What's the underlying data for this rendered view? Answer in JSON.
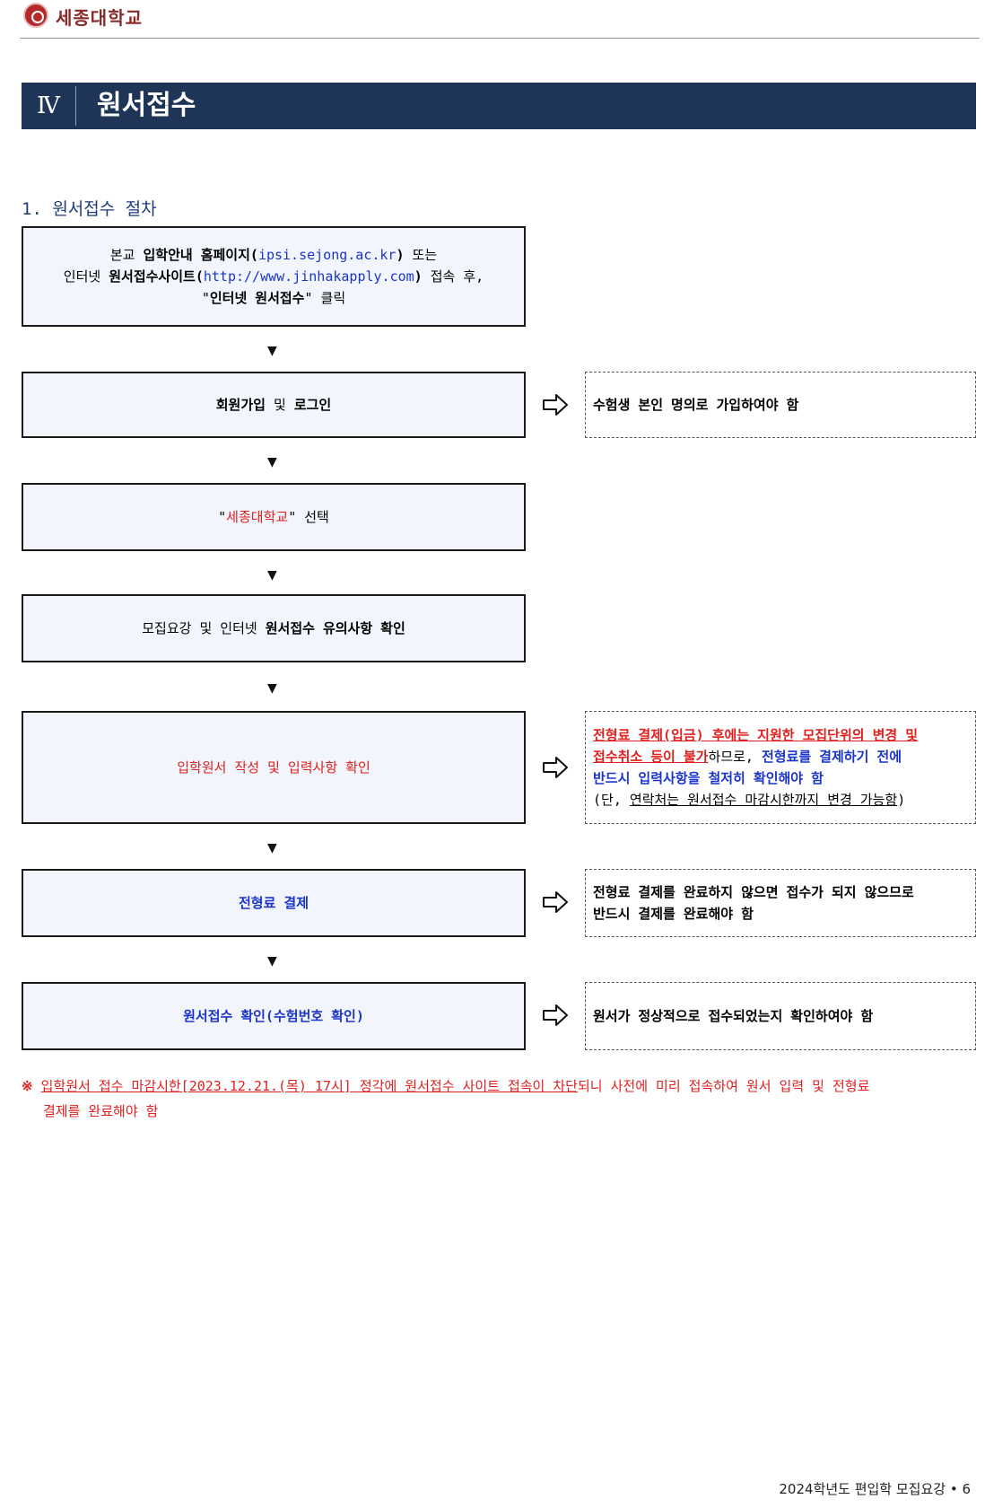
{
  "header": {
    "logo_text": "세종대학교"
  },
  "banner": {
    "number": "Ⅳ",
    "title": "원서접수"
  },
  "section": {
    "title": "1. 원서접수 절차"
  },
  "steps": {
    "s1": {
      "l1a": "본교 ",
      "l1b": "입학안내 홈페이지(",
      "l1c": "ipsi.sejong.ac.kr",
      "l1d": ") ",
      "l1e": "또는",
      "l2a": "인터넷 ",
      "l2b": "원서접수사이트(",
      "l2c": "http://www.jinhakapply.com",
      "l2d": ") ",
      "l2e": "접속 후,",
      "l3a": "\"",
      "l3b": "인터넷 원서접수",
      "l3c": "\" 클릭"
    },
    "s2": {
      "a": "회원가입",
      "b": " 및 ",
      "c": "로그인"
    },
    "s3": {
      "a": "\"",
      "b": "세종대학교",
      "c": "\" 선택"
    },
    "s4": {
      "a": "모집요강 및 인터넷 ",
      "b": "원서접수 유의사항 확인"
    },
    "s5": {
      "text": "입학원서 작성 및 입력사항 확인"
    },
    "s6": {
      "text": "전형료 결제"
    },
    "s7": {
      "text": "원서접수 확인(수험번호 확인)"
    }
  },
  "notes": {
    "n2": "수험생 본인 명의로 가입하여야 함",
    "n5": {
      "l1": "전형료 결제(입금) 후에는 지원한 모집단위의 변경 및",
      "l2a": "접수취소 등이 불가",
      "l2b": "하므로, ",
      "l2c": "전형료를 결제하기 전에",
      "l3": "반드시 입력사항을 철저히 확인해야 함",
      "l4a": "(단, ",
      "l4b": "연락처는 원서접수 마감시한까지 변경 가능함",
      "l4c": ")"
    },
    "n6": {
      "l1": "전형료 결제를 완료하지 않으면 접수가 되지 않으므로",
      "l2": "반드시 결제를 완료해야 함"
    },
    "n7": "원서가 정상적으로 접수되었는지 확인하여야 함"
  },
  "footnote": {
    "mark": "※ ",
    "a": "입학원서 접수 마감시한[2023.12.21.(목) 17시] 정각에 원서접수 사이트 접속이 차단",
    "b": "되니 사전에 미리 접속하여 원서 입력 및 전형료",
    "c": "결제를 완료해야 함"
  },
  "footer": {
    "text": "2024학년도 편입학 모집요강 • 6"
  },
  "colors": {
    "navy": "#1f3557",
    "blue": "#1a35c8",
    "red": "#e0201e",
    "box_bg": "#f2f6fc"
  }
}
